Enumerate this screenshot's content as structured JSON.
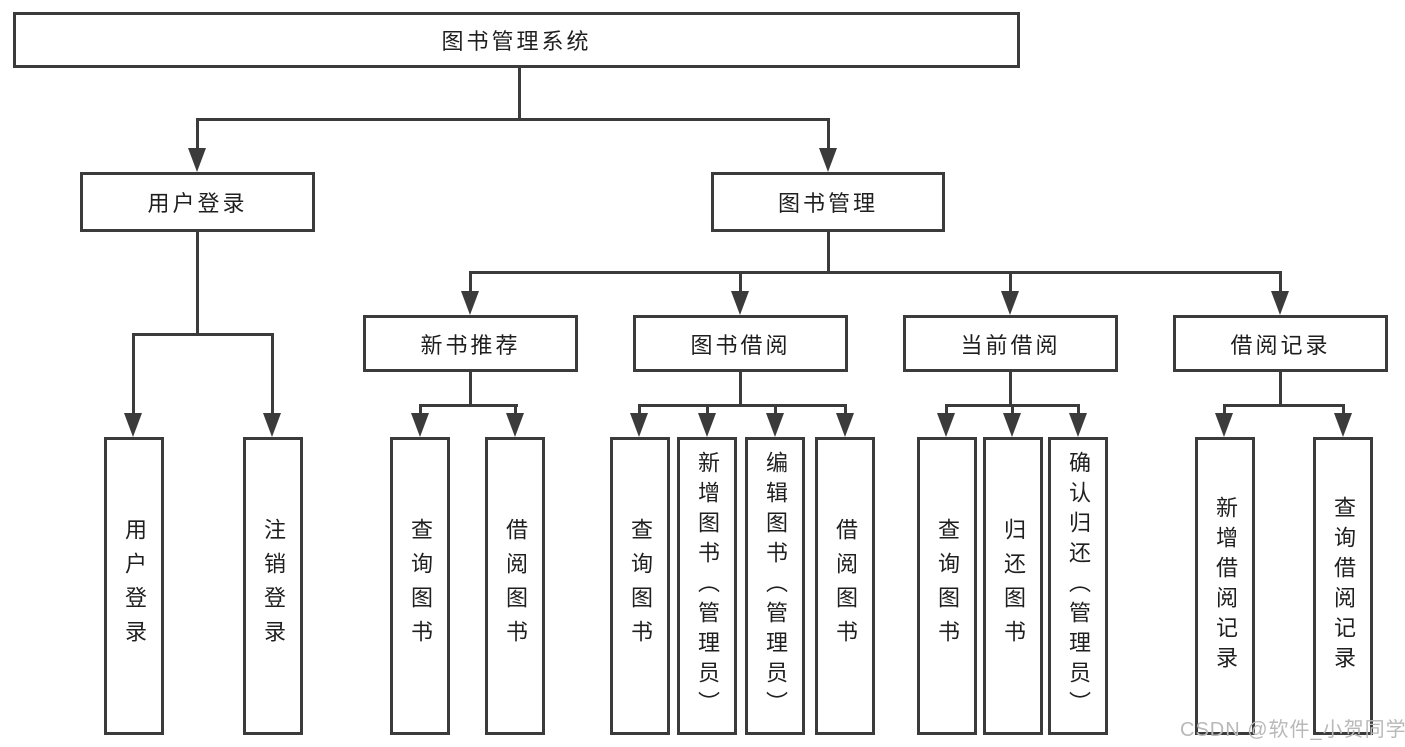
{
  "title": "图书管理系统",
  "watermark": "CSDN @软件_小贺同学",
  "colors": {
    "line": "#3b3b3b",
    "box_border": "#3b3b3b",
    "text": "#1f1f1f",
    "watermark": "#b9b9b9",
    "background": "#ffffff"
  },
  "nodes": {
    "root": "图书管理系统",
    "l2": [
      "用户登录",
      "图书管理"
    ],
    "l3": [
      "新书推荐",
      "图书借阅",
      "当前借阅",
      "借阅记录"
    ],
    "leaves": {
      "userLogin": [
        "用户登录",
        "注销登录"
      ],
      "newBookRecommend": [
        "查询图书",
        "借阅图书"
      ],
      "bookBorrow": [
        "查询图书",
        "新增图书（管理员）",
        "编辑图书（管理员）",
        "借阅图书"
      ],
      "currentBorrow": [
        "查询图书",
        "归还图书",
        "确认归还（管理员）"
      ],
      "borrowRecords": [
        "新增借阅记录",
        "查询借阅记录"
      ]
    }
  }
}
